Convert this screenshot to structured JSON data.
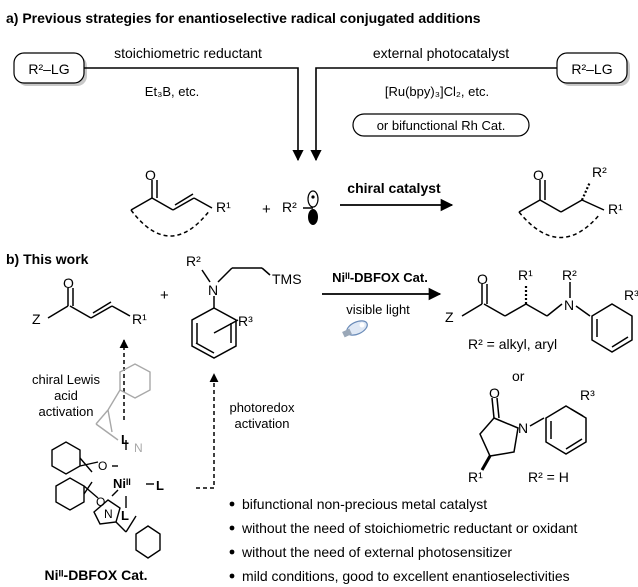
{
  "section_a": {
    "heading": "a) Previous strategies for enantioselective radical conjugated additions",
    "left_reagent": "R²–LG",
    "right_reagent": "R²–LG",
    "left_label": "stoichiometric reductant",
    "left_example": "Et₃B, etc.",
    "right_label": "external photocatalyst",
    "right_example": "[Ru(bpy)₃]Cl₂, etc.",
    "right_alternative": "or bifunctional Rh Cat.",
    "radical": "R²",
    "substituent_r1": "R¹",
    "product_r2": "R²",
    "product_r1": "R¹",
    "arrow_label": "chiral catalyst",
    "plus": "+"
  },
  "section_b": {
    "heading": "b) This work",
    "z_left": "Z",
    "r1_left": "R¹",
    "plus": "+",
    "amine_r2": "R²",
    "amine_tms": "TMS",
    "amine_n": "N",
    "amine_r3": "R³",
    "catalyst_above_arrow": "Niᴵᴵ-DBFOX Cat.",
    "below_arrow": "visible light",
    "product_z": "Z",
    "product_r1": "R¹",
    "product_r2": "R²",
    "product_n": "N",
    "product_r3": "R³",
    "product_condition": "R² = alkyl, aryl",
    "or": "or",
    "lactam_r3": "R³",
    "lactam_n": "N",
    "lactam_r1": "R¹",
    "lactam_condition": "R² = H",
    "lewis_label": [
      "chiral Lewis",
      "acid",
      "activation"
    ],
    "photoredox_label": [
      "photoredox",
      "activation"
    ],
    "catalyst_name": "Niᴵᴵ-DBFOX Cat.",
    "cat_ligand_top": "L",
    "cat_ligand_mid": "L",
    "cat_ligand_bottom": "L",
    "cat_metal": "Niᴵᴵ",
    "cat_o1": "O",
    "cat_o2": "O",
    "cat_n1": "N",
    "cat_n2": "N",
    "bullets": [
      "bifunctional non-precious metal catalyst",
      "without the need of stoichiometric reductant or oxidant",
      "without the need of external photosensitizer",
      "mild conditions, good to excellent enantioselectivities"
    ]
  }
}
